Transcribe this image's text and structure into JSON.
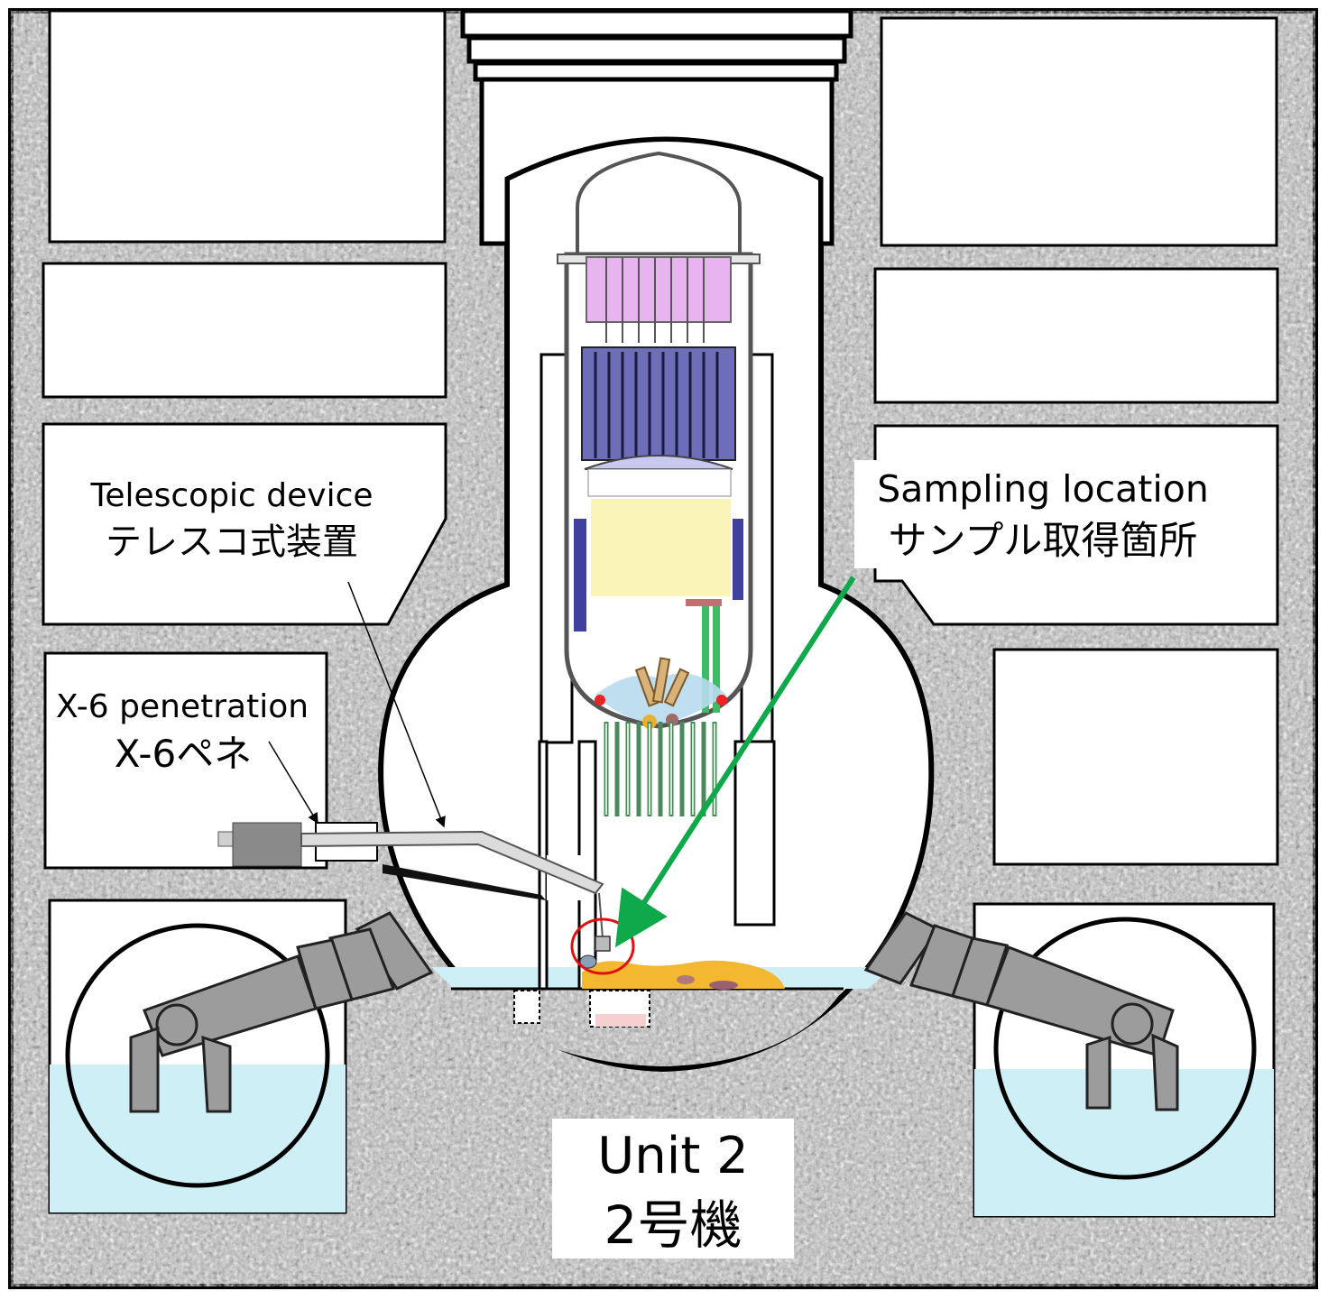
{
  "labels": {
    "telescopic_en": "Telescopic device",
    "telescopic_jp": "テレスコ式装置",
    "x6_en": "X-6 penetration",
    "x6_jp": "X-6ペネ",
    "sampling_en": "Sampling location",
    "sampling_jp": "サンプル取得箇所",
    "unit_en": "Unit 2",
    "unit_jp": "2号機"
  },
  "colors": {
    "concrete": "#b3b3b3",
    "water": "#cdeff5",
    "arrow": "#0fa84a",
    "highlight_circle": "#e01010",
    "debris": "#f3b830",
    "separator": "#d9a6e6",
    "core": "#fbf4b8",
    "fuel_top": "#4a4a8a",
    "jet_pump": "#3dbb66",
    "robot_arm": "#9c9c9c"
  }
}
